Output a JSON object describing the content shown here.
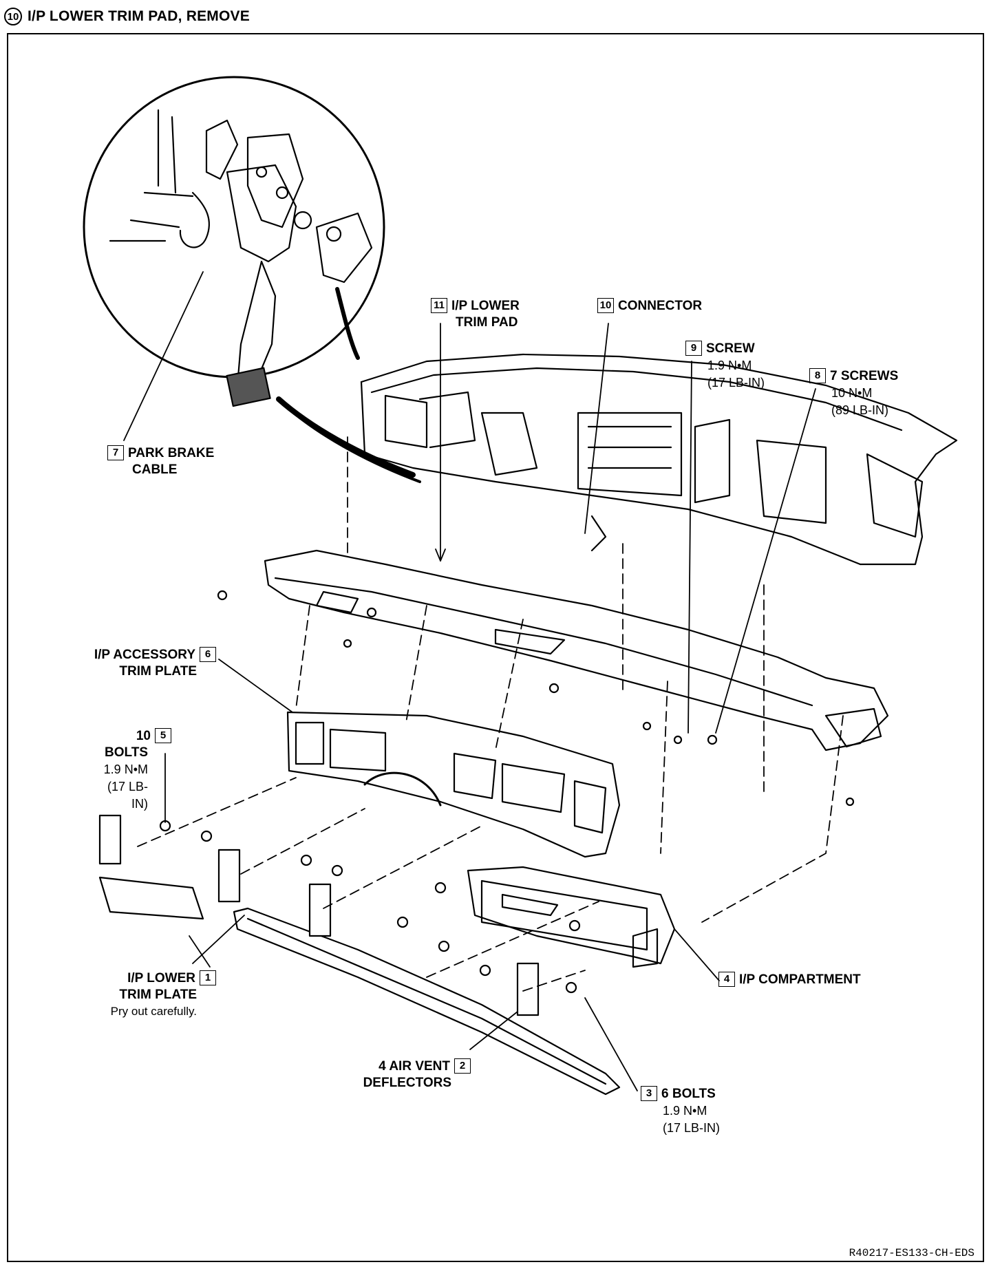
{
  "header": {
    "step_number": "10",
    "title": "I/P LOWER TRIM PAD, REMOVE"
  },
  "callouts": {
    "c11": {
      "num": "11",
      "line1": "I/P LOWER",
      "line2": "TRIM PAD"
    },
    "c10": {
      "num": "10",
      "line1": "CONNECTOR"
    },
    "c9": {
      "num": "9",
      "line1": "SCREW",
      "line2": "1.9 N•M",
      "line3": "(17 LB-IN)"
    },
    "c8": {
      "num": "8",
      "line1": "7 SCREWS",
      "line2": "10 N•M",
      "line3": "(89 LB-IN)"
    },
    "c7": {
      "num": "7",
      "line1": "PARK BRAKE",
      "line2": "CABLE"
    },
    "c6": {
      "num": "6",
      "line1": "I/P ACCESSORY",
      "line2": "TRIM PLATE"
    },
    "c5": {
      "num": "5",
      "line0": "10",
      "line1": "BOLTS",
      "line2": "1.9 N•M",
      "line3": "(17 LB-",
      "line4": "IN)"
    },
    "c1": {
      "num": "1",
      "line1": "I/P LOWER",
      "line2": "TRIM PLATE",
      "line3": "Pry out carefully."
    },
    "c4": {
      "num": "4",
      "line1": "I/P COMPARTMENT"
    },
    "c2": {
      "num": "2",
      "line1": "4 AIR VENT",
      "line2": "DEFLECTORS"
    },
    "c3": {
      "num": "3",
      "line1": "6 BOLTS",
      "line2": "1.9 N•M",
      "line3": "(17 LB-IN)"
    }
  },
  "reference_code": "R40217-ES133-CH-EDS"
}
